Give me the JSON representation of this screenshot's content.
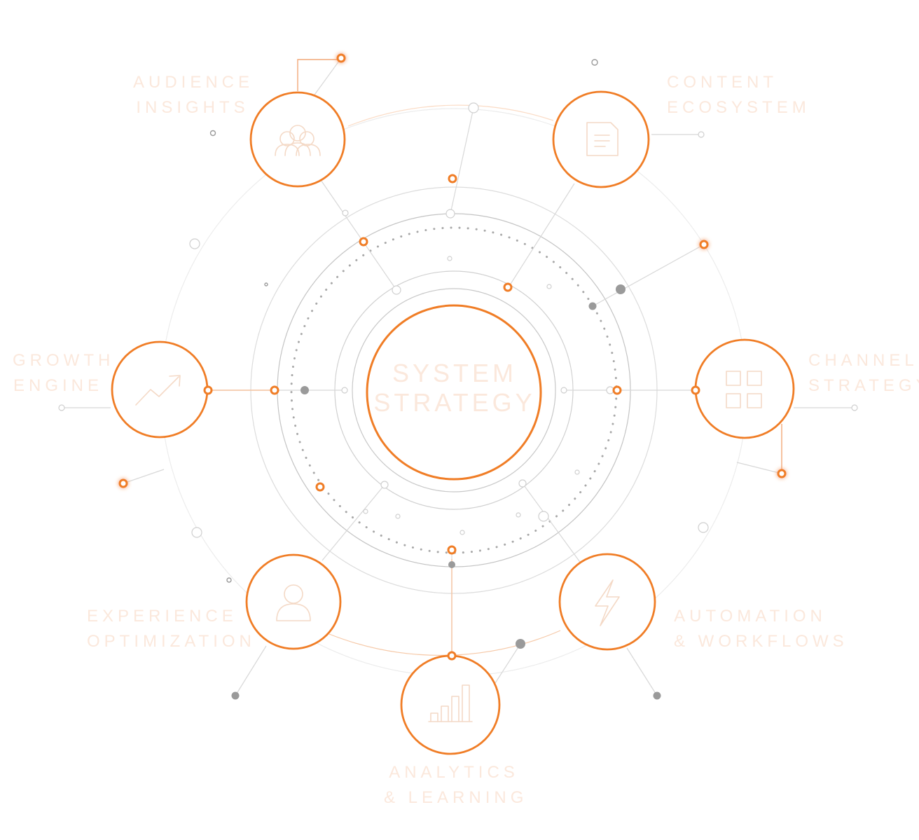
{
  "center": {
    "line1": "SYSTEM",
    "line2": "STRATEGY"
  },
  "nodes": [
    {
      "id": "audience-insights",
      "line1": "AUDIENCE",
      "line2": "INSIGHTS",
      "icon": "people-group-icon"
    },
    {
      "id": "content-ecosystem",
      "line1": "CONTENT",
      "line2": "ECOSYSTEM",
      "icon": "document-icon"
    },
    {
      "id": "channel-strategy",
      "line1": "CHANNEL",
      "line2": "STRATEGY",
      "icon": "grid-squares-icon"
    },
    {
      "id": "automation-workflows",
      "line1": "AUTOMATION",
      "line2": "& WORKFLOWS",
      "icon": "lightning-bolt-icon"
    },
    {
      "id": "analytics-learning",
      "line1": "ANALYTICS",
      "line2": "& LEARNING",
      "icon": "bar-chart-icon"
    },
    {
      "id": "experience-optimization",
      "line1": "EXPERIENCE",
      "line2": "OPTIMIZATION",
      "icon": "user-profile-icon"
    },
    {
      "id": "growth-engine",
      "line1": "GROWTH",
      "line2": "ENGINE",
      "icon": "trend-arrow-icon"
    }
  ],
  "colors": {
    "accent": "#f07d26",
    "line": "#cfcfcf",
    "faint": "#e3e3e3",
    "dot": "#9a9a9a",
    "label": "#fbe8dc"
  }
}
